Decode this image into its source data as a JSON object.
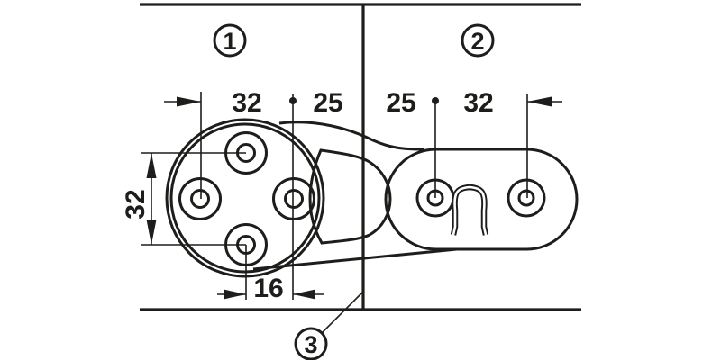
{
  "diagram": {
    "callouts": {
      "left_plate": "1",
      "right_plate": "2",
      "joint_line": "3"
    },
    "dimensions": {
      "left": {
        "hole_spread_horizontal": "32",
        "edge_offset": "25",
        "hole_spread_vertical": "32",
        "center_offset": "16"
      },
      "right": {
        "edge_offset": "25",
        "hole_spread_horizontal": "32"
      }
    },
    "colors": {
      "line": "#1d1d1b",
      "background": "#ffffff"
    }
  }
}
